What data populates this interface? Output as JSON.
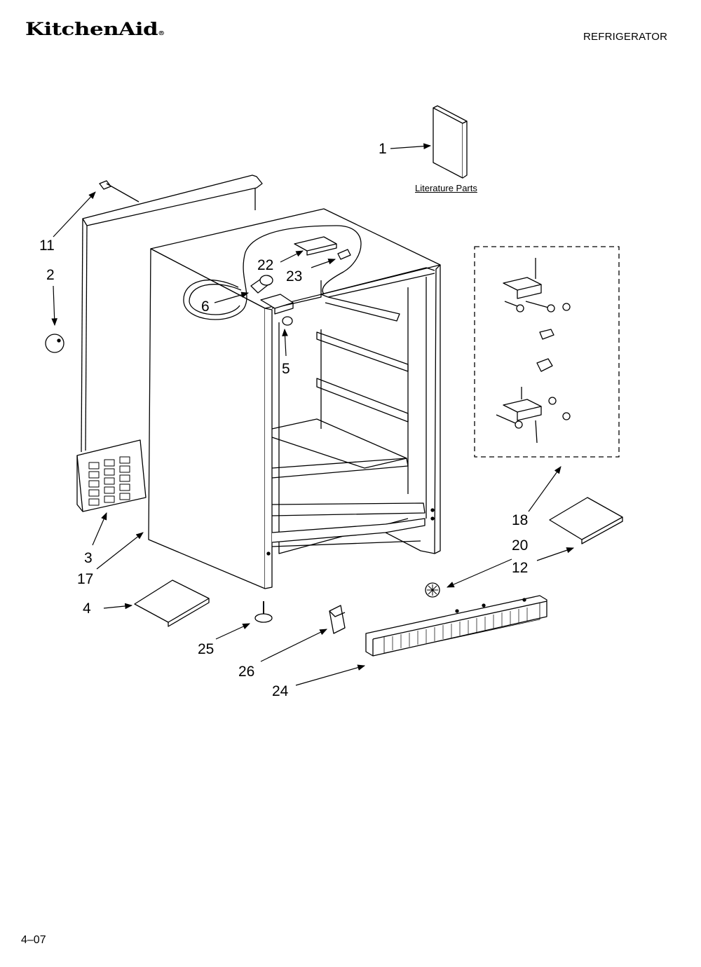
{
  "header": {
    "brand": "KitchenAid",
    "brand_mark": "®",
    "title": "REFRIGERATOR"
  },
  "footer": {
    "page_code": "4–07"
  },
  "literature_label": "Literature Parts",
  "callouts": {
    "c1": "1",
    "c2": "2",
    "c3": "3",
    "c4": "4",
    "c5": "5",
    "c6": "6",
    "c11": "11",
    "c12": "12",
    "c17": "17",
    "c18": "18",
    "c20": "20",
    "c22": "22",
    "c23": "23",
    "c24": "24",
    "c25": "25",
    "c26": "26"
  }
}
